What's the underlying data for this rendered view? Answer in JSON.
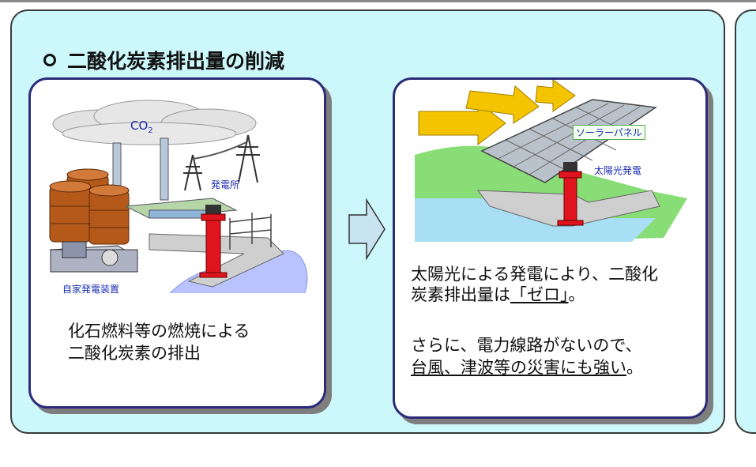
{
  "heading": "二酸化炭素排出量の削減",
  "left_card": {
    "co2_label": "CO",
    "co2_sub": "2",
    "power_plant_label": "発電所",
    "generator_label": "自家発電装置",
    "text_line1": "化石燃料等の燃焼による",
    "text_line2": "二酸化炭素の排出"
  },
  "right_card": {
    "solar_panel_label": "ソーラーパネル",
    "solar_power_label": "太陽光発電",
    "p1_line1": "太陽光による発電により、二酸化",
    "p1_line2_a": "炭素排出量は",
    "p1_line2_u": "「ゼロ」",
    "p1_line2_b": "。",
    "p2_line1": "さらに、電力線路がないので、",
    "p2_line2_u": "台風、津波等の災害にも強い",
    "p2_line2_b": "。"
  },
  "colors": {
    "panel_bg": "#ccf7fb",
    "card_border": "#2b2b7a",
    "lighthouse": "#e0141e",
    "label_blue": "#1a2bb0",
    "sun_arrow": "#f5c400"
  }
}
